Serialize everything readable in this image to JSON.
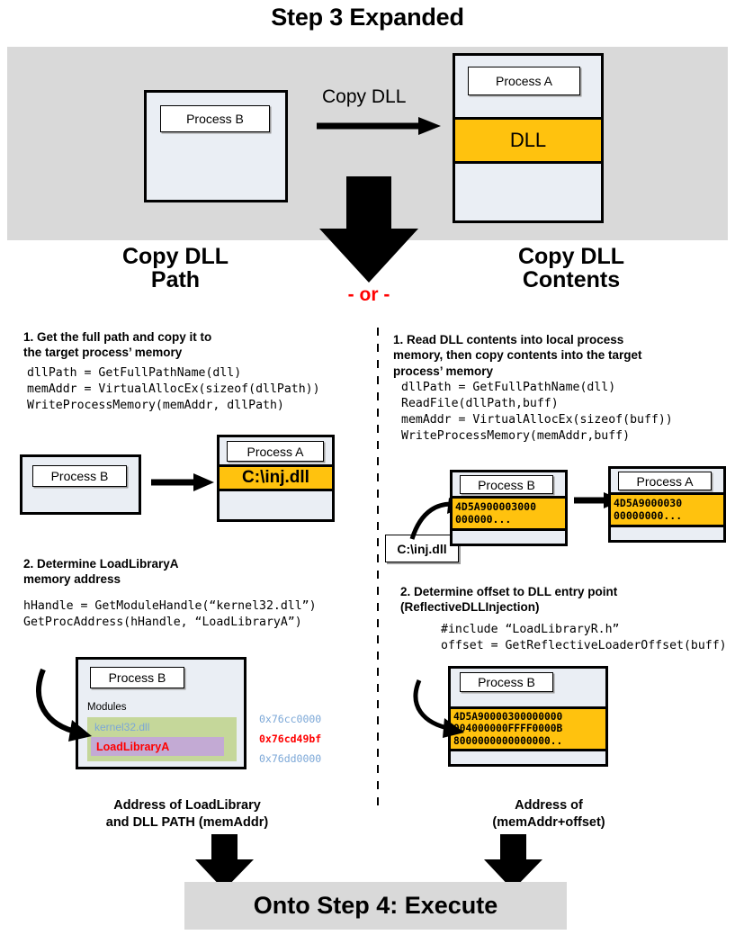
{
  "title": "Step 3 Expanded",
  "overview": {
    "source_box_label": "Process B",
    "arrow_label": "Copy DLL",
    "target_box_label": "Process A",
    "target_dll_slice": "DLL"
  },
  "divider": {
    "or_label": "- or -"
  },
  "left_column": {
    "heading_line1": "Copy DLL",
    "heading_line2": "Path",
    "step1": {
      "title_line1": "1. Get the full path and copy it to",
      "title_line2": "the target process’ memory",
      "code": "dllPath = GetFullPathName(dll)\nmemAddr = VirtualAllocEx(sizeof(dllPath))\nWriteProcessMemory(memAddr, dllPath)",
      "source_box_label": "Process B",
      "target_box_label": "Process A",
      "target_dll_slice": "C:\\inj.dll"
    },
    "step2": {
      "title_line1": "2. Determine LoadLibraryA",
      "title_line2": "memory address",
      "code": "hHandle = GetModuleHandle(“kernel32.dll”)\nGetProcAddress(hHandle, “LoadLibraryA”)",
      "box_label": "Process B",
      "modules_header": "Modules",
      "modules": [
        {
          "name": "kernel32.dll",
          "address": "0x76cc0000",
          "highlight": false
        },
        {
          "name": "LoadLibraryA",
          "address": "0x76cd49bf",
          "highlight": true
        },
        {
          "name": "",
          "address": "0x76dd0000",
          "highlight": false
        }
      ]
    },
    "outcome_line1": "Address of LoadLibrary",
    "outcome_line2": "and DLL PATH (memAddr)"
  },
  "right_column": {
    "heading_line1": "Copy DLL",
    "heading_line2": "Contents",
    "step1": {
      "title_line1": "1. Read DLL contents into local process",
      "title_line2": "memory, then copy contents into the target",
      "title_line3": "process’ memory",
      "code": "dllPath = GetFullPathName(dll)\nReadFile(dllPath,buff)\nmemAddr = VirtualAllocEx(sizeof(buff))\nWriteProcessMemory(memAddr,buff)",
      "callout_label": "C:\\inj.dll",
      "source_box_label": "Process B",
      "source_hex": "4D5A900003000\n000000...",
      "target_box_label": "Process A",
      "target_hex": "4D5A9000030\n00000000..."
    },
    "step2": {
      "title_line1": "2. Determine offset to DLL entry point",
      "title_line2": "(ReflectiveDLLInjection)",
      "code": "#include “LoadLibraryR.h”\noffset = GetReflectiveLoaderOffset(buff)",
      "box_label": "Process B",
      "hex": "4D5A90000300000000\n004000000FFFF0000B\n8000000000000000.."
    },
    "outcome_line1": "Address of",
    "outcome_line2": "(memAddr+offset)"
  },
  "footer": {
    "label": "Onto Step 4: Execute"
  },
  "colors": {
    "band_gray": "#d9d9d9",
    "process_fill": "#eaeef4",
    "dll_gold": "#ffc20e",
    "modules_green": "#c5d79a",
    "modules_purple": "#c3aad4",
    "address_blue": "#7ba7d7",
    "highlight_red": "#ff0000"
  }
}
